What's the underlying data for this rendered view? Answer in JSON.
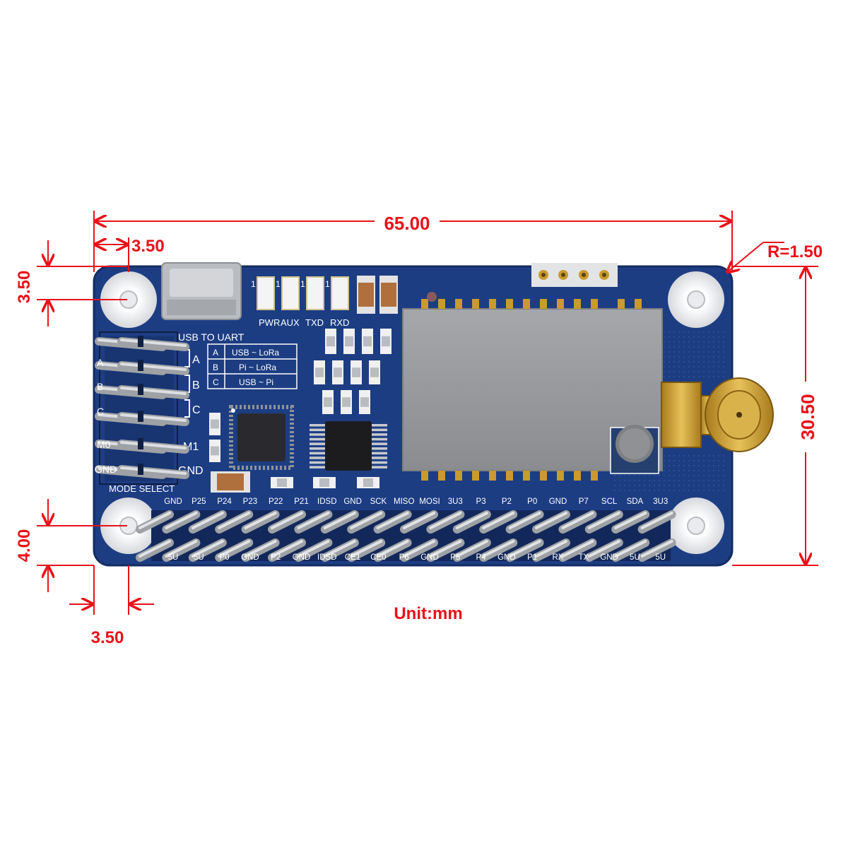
{
  "dimensions": {
    "width": "65.00",
    "height": "30.50",
    "corner_radius": "R=1.50",
    "hole_offset_x_top": "3.50",
    "hole_offset_y_top": "3.50",
    "hole_offset_y_bottom": "4.00",
    "hole_offset_x_bottom": "3.50",
    "unit": "Unit:mm"
  },
  "board": {
    "usb_label": "USB TO UART",
    "led_labels": [
      "PWR",
      "AUX",
      "TXD",
      "RXD"
    ],
    "mode_rows": [
      {
        "key": "A",
        "desc": "USB ~ LoRa"
      },
      {
        "key": "B",
        "desc": "Pi ~ LoRa"
      },
      {
        "key": "C",
        "desc": "USB ~ Pi"
      }
    ],
    "jumper_labels": [
      "A",
      "B",
      "C"
    ],
    "header_left_labels": [
      "A",
      "B",
      "C",
      "M0",
      "GND"
    ],
    "m1_label": "M1",
    "gnd_label": "GND",
    "mode_select_label": "MODE SELECT",
    "gpio_top_labels": [
      "GND",
      "P25",
      "P24",
      "P23",
      "P22",
      "P21",
      "IDSD",
      "GND",
      "SCK",
      "MISO",
      "MOSI",
      "3U3",
      "P3",
      "P2",
      "P0",
      "GND",
      "P7",
      "SCL",
      "SDA",
      "3U3"
    ],
    "gpio_bottom_labels": [
      "5U",
      "5U",
      "P0",
      "GND",
      "P2",
      "GND",
      "IDSD",
      "CE1",
      "CE0",
      "P6",
      "GND",
      "P5",
      "P4",
      "GND",
      "P1",
      "RX",
      "TX",
      "GND",
      "5U",
      "5U"
    ],
    "led_marks": [
      "1",
      "1",
      "1",
      "1"
    ]
  },
  "colors": {
    "pcb": "#1d3d83",
    "dimension": "#e8121a",
    "gold": "#c99a2e",
    "module": "#9a9c9f"
  }
}
